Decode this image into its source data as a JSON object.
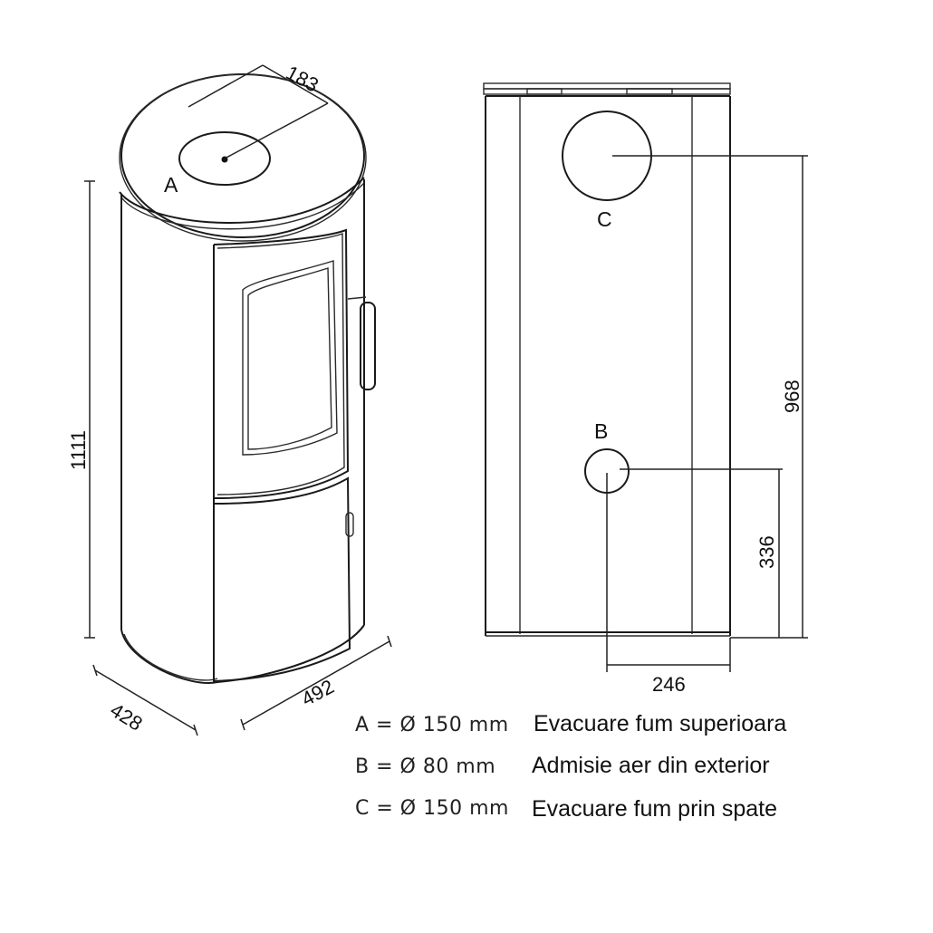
{
  "labels": {
    "outlet_a": "A",
    "outlet_b": "B",
    "outlet_c": "C"
  },
  "dimensions": {
    "top_183": "183",
    "height_1111": "1111",
    "depth_428": "428",
    "width_492": "492",
    "height_968": "968",
    "height_336": "336",
    "width_246": "246"
  },
  "legend": [
    {
      "code": "A = Ø 150 mm",
      "description": "Evacuare fum superioara"
    },
    {
      "code": "B = Ø 80 mm",
      "description": "Admisie aer din exterior"
    },
    {
      "code": "C = Ø 150 mm",
      "description": "Evacuare fum prin spate"
    }
  ]
}
